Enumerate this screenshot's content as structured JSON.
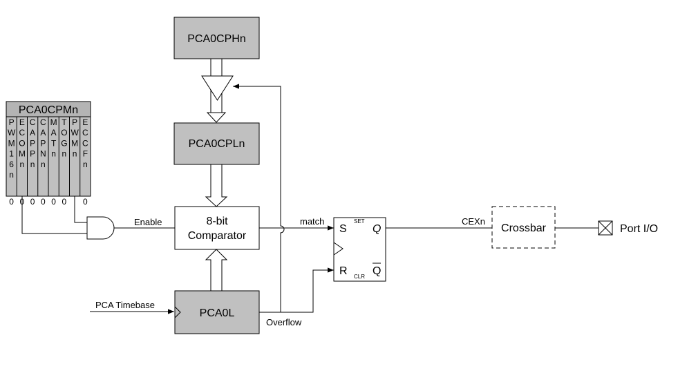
{
  "registers": {
    "cph": "PCA0CPHn",
    "cpl": "PCA0CPLn",
    "comparator_line1": "8-bit",
    "comparator_line2": "Comparator",
    "pca0l": "PCA0L",
    "crossbar": "Crossbar"
  },
  "cpm": {
    "title": "PCA0CPMn",
    "bits": [
      {
        "chars": [
          "P",
          "W",
          "M",
          "1",
          "6",
          "n"
        ],
        "value": "0"
      },
      {
        "chars": [
          "E",
          "C",
          "O",
          "M",
          "n"
        ],
        "value": "0"
      },
      {
        "chars": [
          "C",
          "A",
          "P",
          "P",
          "n"
        ],
        "value": "0"
      },
      {
        "chars": [
          "C",
          "A",
          "P",
          "N",
          "n"
        ],
        "value": "0"
      },
      {
        "chars": [
          "M",
          "A",
          "T",
          "n"
        ],
        "value": "0"
      },
      {
        "chars": [
          "T",
          "O",
          "G",
          "n"
        ],
        "value": "0"
      },
      {
        "chars": [
          "P",
          "W",
          "M",
          "n"
        ],
        "value": ""
      },
      {
        "chars": [
          "E",
          "C",
          "C",
          "F",
          "n"
        ],
        "value": "0"
      }
    ]
  },
  "signals": {
    "enable": "Enable",
    "match": "match",
    "cexn": "CEXn",
    "timebase": "PCA Timebase",
    "overflow": "Overflow",
    "port_io": "Port I/O"
  },
  "flipflop": {
    "s": "S",
    "set": "SET",
    "q": "Q",
    "r": "R",
    "clr": "CLR",
    "qbar": "Q"
  },
  "colors": {
    "register_fill": "#c0c0c0",
    "header_fill": "#b4b4b4",
    "stroke": "#000000",
    "background": "#ffffff"
  }
}
